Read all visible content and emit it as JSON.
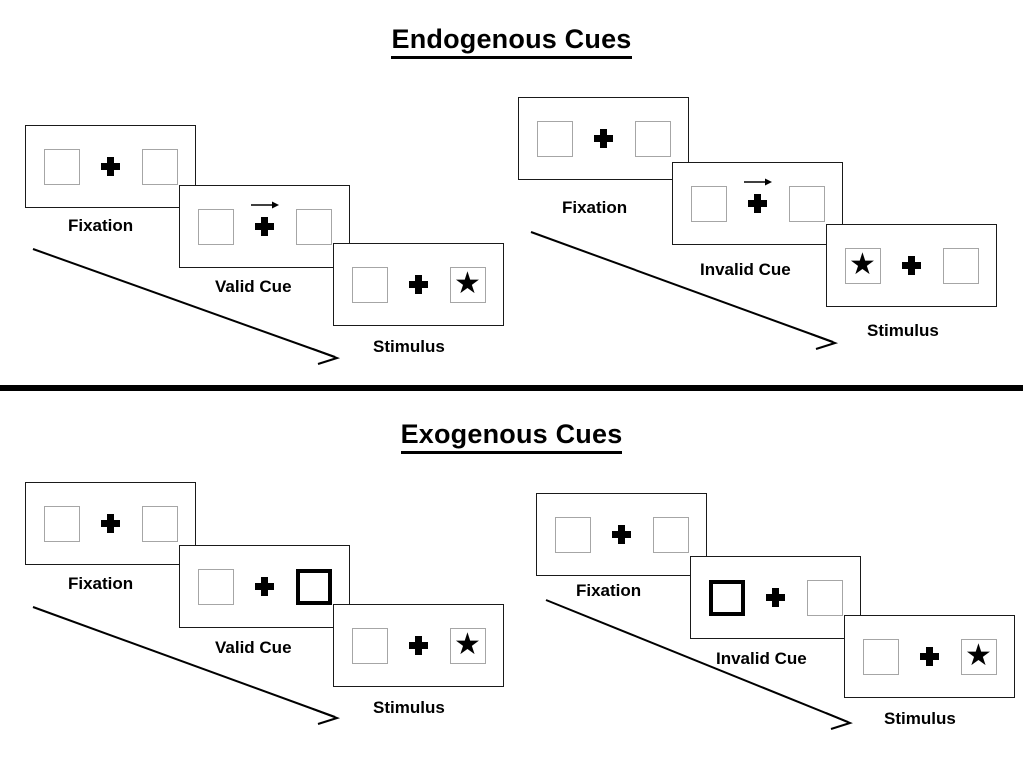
{
  "figure": {
    "type": "experimental-paradigm-diagram",
    "description": "Posner cueing task trial sequences for endogenous and exogenous spatial cues"
  },
  "sections": [
    {
      "id": "endogenous",
      "title": "Endogenous Cues",
      "columns": [
        {
          "id": "endogenous-valid",
          "cue_validity": "Valid Cue",
          "frames": [
            {
              "name": "fixation",
              "label": "Fixation",
              "left_box": {
                "cued": false,
                "stimulus": ""
              },
              "right_box": {
                "cued": false,
                "stimulus": ""
              },
              "center": "plus",
              "arrow_cue": ""
            },
            {
              "name": "cue",
              "label": "Valid Cue",
              "left_box": {
                "cued": false,
                "stimulus": ""
              },
              "right_box": {
                "cued": false,
                "stimulus": ""
              },
              "center": "plus",
              "arrow_cue": "right-arrow-icon"
            },
            {
              "name": "stimulus",
              "label": "Stimulus",
              "left_box": {
                "cued": false,
                "stimulus": ""
              },
              "right_box": {
                "cued": false,
                "stimulus": "★"
              },
              "center": "plus",
              "arrow_cue": ""
            }
          ]
        },
        {
          "id": "endogenous-invalid",
          "cue_validity": "Invalid Cue",
          "frames": [
            {
              "name": "fixation",
              "label": "Fixation",
              "left_box": {
                "cued": false,
                "stimulus": ""
              },
              "right_box": {
                "cued": false,
                "stimulus": ""
              },
              "center": "plus",
              "arrow_cue": ""
            },
            {
              "name": "cue",
              "label": "Invalid Cue",
              "left_box": {
                "cued": false,
                "stimulus": ""
              },
              "right_box": {
                "cued": false,
                "stimulus": ""
              },
              "center": "plus",
              "arrow_cue": "right-arrow-icon"
            },
            {
              "name": "stimulus",
              "label": "Stimulus",
              "left_box": {
                "cued": false,
                "stimulus": "★"
              },
              "right_box": {
                "cued": false,
                "stimulus": ""
              },
              "center": "plus",
              "arrow_cue": ""
            }
          ]
        }
      ]
    },
    {
      "id": "exogenous",
      "title": "Exogenous Cues",
      "columns": [
        {
          "id": "exogenous-valid",
          "cue_validity": "Valid Cue",
          "frames": [
            {
              "name": "fixation",
              "label": "Fixation",
              "left_box": {
                "cued": false,
                "stimulus": ""
              },
              "right_box": {
                "cued": false,
                "stimulus": ""
              },
              "center": "plus",
              "arrow_cue": ""
            },
            {
              "name": "cue",
              "label": "Valid Cue",
              "left_box": {
                "cued": false,
                "stimulus": ""
              },
              "right_box": {
                "cued": true,
                "stimulus": ""
              },
              "center": "plus",
              "arrow_cue": ""
            },
            {
              "name": "stimulus",
              "label": "Stimulus",
              "left_box": {
                "cued": false,
                "stimulus": ""
              },
              "right_box": {
                "cued": false,
                "stimulus": "★"
              },
              "center": "plus",
              "arrow_cue": ""
            }
          ]
        },
        {
          "id": "exogenous-invalid",
          "cue_validity": "Invalid Cue",
          "frames": [
            {
              "name": "fixation",
              "label": "Fixation",
              "left_box": {
                "cued": false,
                "stimulus": ""
              },
              "right_box": {
                "cued": false,
                "stimulus": ""
              },
              "center": "plus",
              "arrow_cue": ""
            },
            {
              "name": "cue",
              "label": "Invalid Cue",
              "left_box": {
                "cued": true,
                "stimulus": ""
              },
              "right_box": {
                "cued": false,
                "stimulus": ""
              },
              "center": "plus",
              "arrow_cue": ""
            },
            {
              "name": "stimulus",
              "label": "Stimulus",
              "left_box": {
                "cued": false,
                "stimulus": ""
              },
              "right_box": {
                "cued": false,
                "stimulus": "★"
              },
              "center": "plus",
              "arrow_cue": ""
            }
          ]
        }
      ]
    }
  ],
  "colors": {
    "ink": "#000000",
    "panel_border": "#1a1a1a",
    "box_border": "#a6a6a6",
    "cued_box_border": "#000000",
    "background": "#ffffff"
  },
  "flow_arrow": {
    "name": "time-flow-arrow",
    "direction": "down-right",
    "meaning": "passage of time"
  }
}
